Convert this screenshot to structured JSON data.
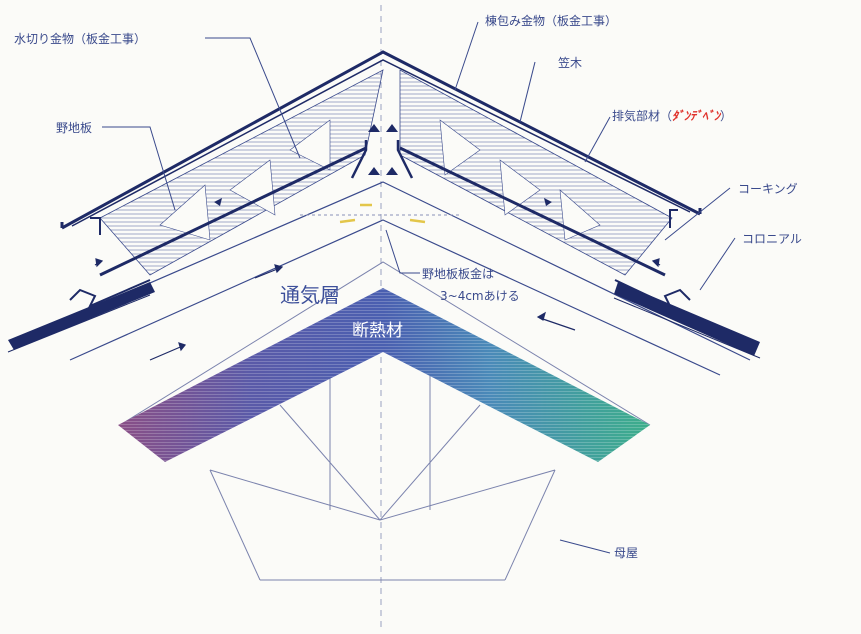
{
  "labels": {
    "mizukiri": "水切り金物（板金工事）",
    "munatsutsumi": "棟包み金物（板金工事）",
    "kasagi": "笠木",
    "nojiita": "野地板",
    "haiki_prefix": "排気部材（",
    "haiki_brand": "ﾀﾞﾝﾃﾞﾍﾞﾝ",
    "haiki_suffix": "）",
    "coking": "コーキング",
    "colonial": "コロニアル",
    "tsukisou": "通気層",
    "note_line1": "野地板板金は",
    "note_line2": "3~4cmあける",
    "dannetsu": "断熱材",
    "hekiheki": "母屋"
  },
  "colors": {
    "line": "#2a3470",
    "roof": "#1e2a66",
    "hatch": "#8a94bc",
    "label": "#3a4a8c",
    "brand": "#e0322b",
    "insulation_left": "#8a4f86",
    "insulation_mid": "#4a5fb0",
    "insulation_right": "#3cae8a"
  }
}
